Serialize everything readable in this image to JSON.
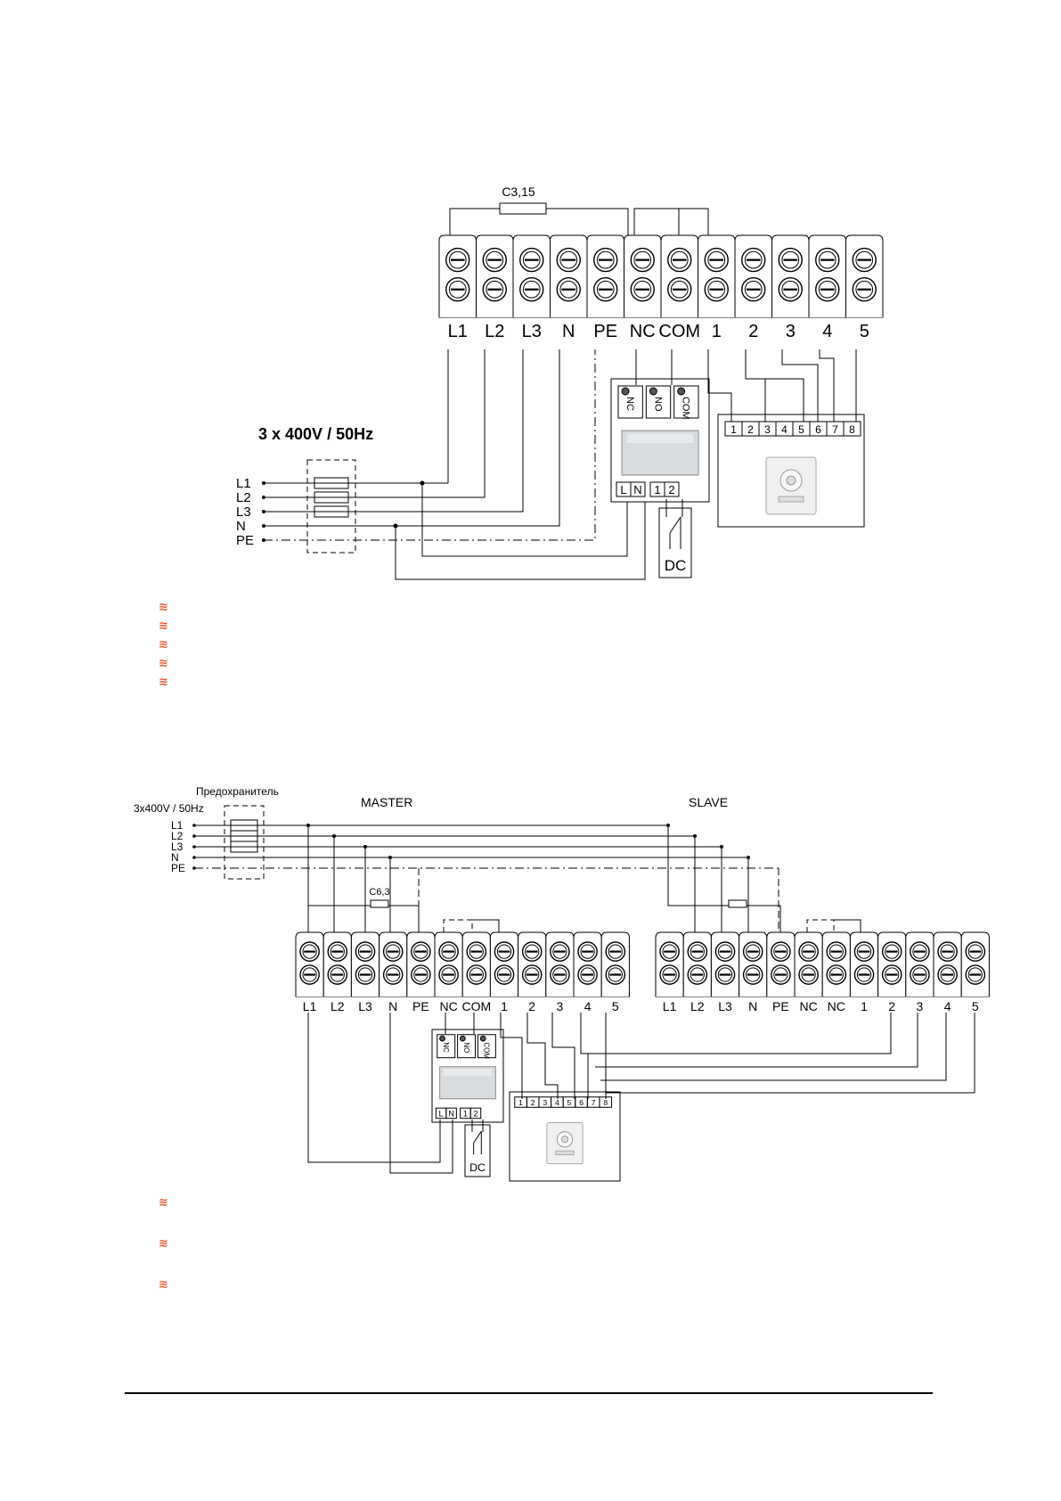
{
  "diagram1": {
    "fuse_label": "C3,15",
    "supply_label": "3 x 400V / 50Hz",
    "supply_lines": [
      "L1",
      "L2",
      "L3",
      "N",
      "PE"
    ],
    "terminals": [
      "L1",
      "L2",
      "L3",
      "N",
      "PE",
      "NC",
      "COM",
      "1",
      "2",
      "3",
      "4",
      "5"
    ],
    "relay_contacts": [
      "NC",
      "NO",
      "COM"
    ],
    "relay_inputs": [
      "L",
      "N",
      "1",
      "2"
    ],
    "dc_label": "DC",
    "thermostat_terminals": [
      "1",
      "2",
      "3",
      "4",
      "5",
      "6",
      "7",
      "8"
    ]
  },
  "diagram2": {
    "fuse_heading": "Предохранитель",
    "supply_label": "3x400V / 50Hz",
    "supply_lines": [
      "L1",
      "L2",
      "L3",
      "N",
      "PE"
    ],
    "master_label": "MASTER",
    "slave_label": "SLAVE",
    "fuse_label": "C6,3",
    "master_terminals": [
      "L1",
      "L2",
      "L3",
      "N",
      "PE",
      "NC",
      "COM",
      "1",
      "2",
      "3",
      "4",
      "5"
    ],
    "slave_terminals": [
      "L1",
      "L2",
      "L3",
      "N",
      "PE",
      "NC",
      "NC",
      "1",
      "2",
      "3",
      "4",
      "5"
    ],
    "relay_contacts": [
      "NC",
      "NO",
      "COM"
    ],
    "relay_inputs": [
      "L",
      "N",
      "1",
      "2"
    ],
    "dc_label": "DC",
    "thermostat_terminals": [
      "1",
      "2",
      "3",
      "4",
      "5",
      "6",
      "7",
      "8"
    ]
  },
  "bullets_top": [
    "",
    "",
    "",
    "",
    ""
  ],
  "bullets_bottom": [
    "",
    "",
    ""
  ],
  "bullet_mark": "≋",
  "colors": {
    "bullet": "#e4572e",
    "line": "#000000",
    "device": "#d9dcdf"
  }
}
